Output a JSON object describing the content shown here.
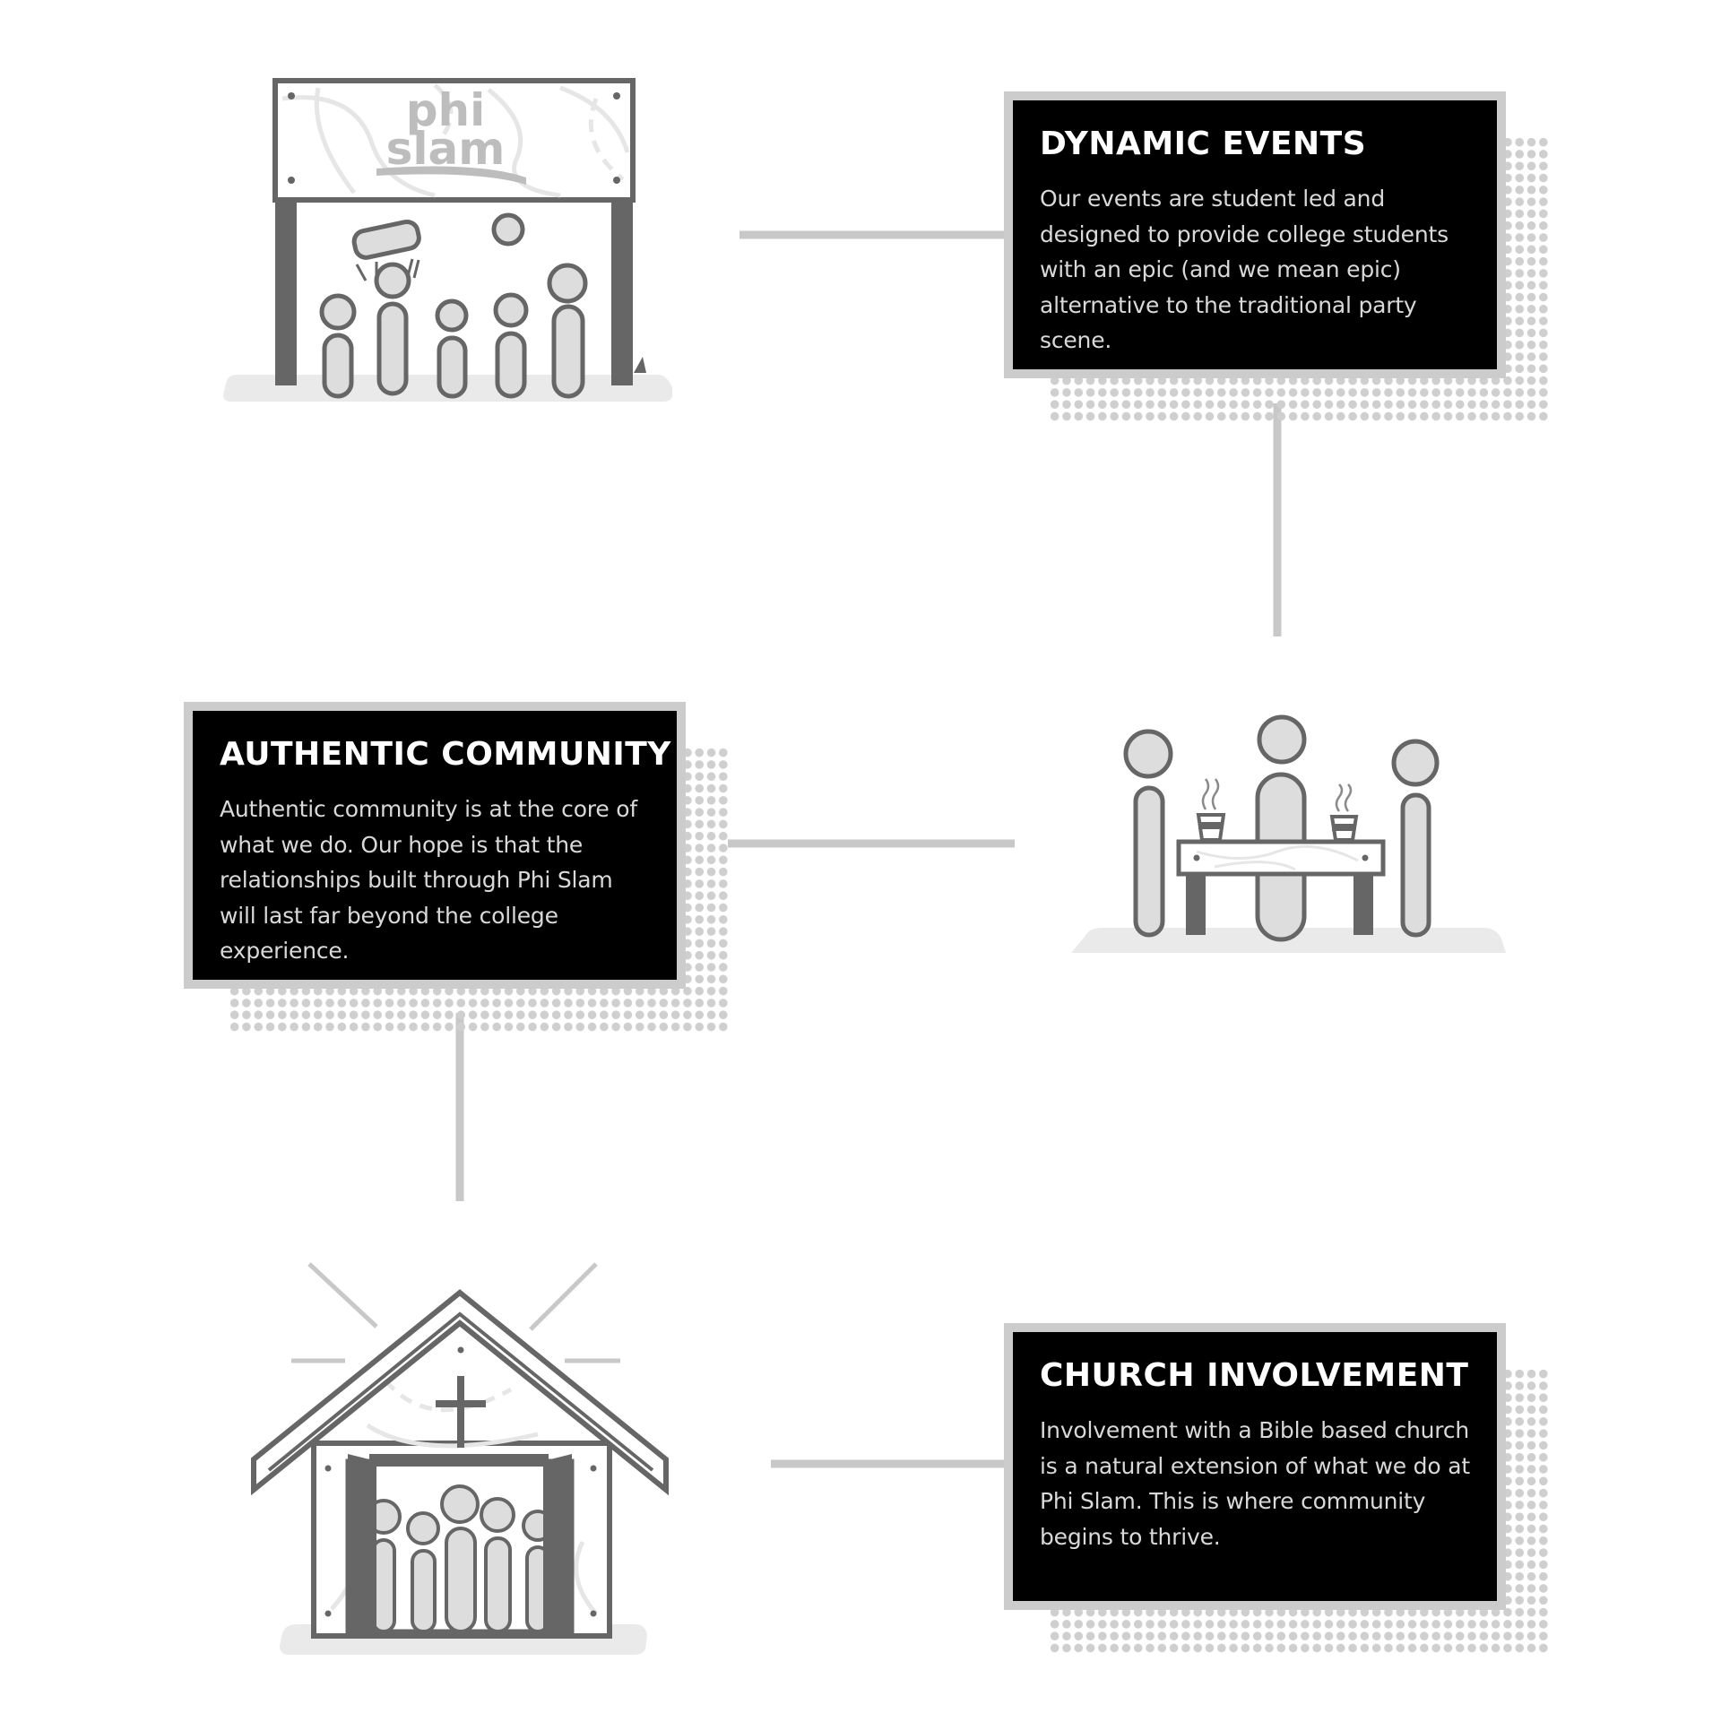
{
  "sections": [
    {
      "title": "DYNAMIC EVENTS",
      "text": "Our events are student led and designed to provide college students with an epic (and we mean epic) alternative to the traditional party scene."
    },
    {
      "title": "AUTHENTIC COMMUNITY",
      "text": "Authentic community is at the core of what we do. Our hope is that the relationships built through Phi Slam will last far beyond the college experience."
    },
    {
      "title": "CHURCH INVOLVEMENT",
      "text": "Involvement with a Bible based church is a natural extension of what we do at Phi Slam. This is where community begins to thrive."
    }
  ],
  "sign": {
    "line1": "phi",
    "line2": "slam"
  },
  "icons": [
    "event-stage-icon",
    "community-table-icon",
    "church-icon",
    "cross-icon"
  ],
  "colors": {
    "card_background": "#000000",
    "card_border": "#cccccc",
    "title": "#ffffff",
    "body_text": "#d9d9d9",
    "connector": "#c8c8c8",
    "illustration_stroke": "#666666",
    "illustration_fill": "#dddddd",
    "ground": "#eaeaea"
  }
}
